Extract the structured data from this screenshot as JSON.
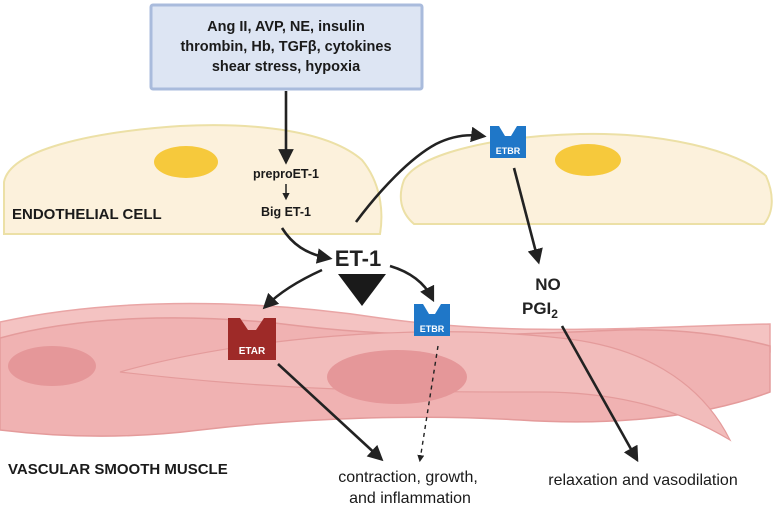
{
  "stimuli_box": {
    "lines": [
      "Ang II, AVP, NE, insulin",
      "thrombin, Hb, TGFβ, cytokines",
      "shear stress, hypoxia"
    ]
  },
  "endothelial": {
    "preproet1": "preproET-1",
    "big_et1": "Big ET-1",
    "cell_label": "ENDOTHELIAL CELL"
  },
  "et1": "ET-1",
  "receptors": {
    "etbr_endothelial": "ETBR",
    "etar": "ETAR",
    "etbr_smooth": "ETBR"
  },
  "mediators": {
    "no": "NO",
    "pgi2_base": "PGI",
    "pgi2_sub": "2"
  },
  "muscle_label": "VASCULAR SMOOTH MUSCLE",
  "outcomes": {
    "contraction_line1": "contraction, growth,",
    "contraction_line2": "and inflammation",
    "relaxation": "relaxation and vasodilation"
  },
  "colors": {
    "stim_box_fill": "#dde5f3",
    "stim_box_stroke": "#a9bbdc",
    "cell_fill": "#fcf1dc",
    "cell_stroke": "#ece0a6",
    "nucleus": "#f6c93c",
    "muscle": "#f1b3b2",
    "muscle_nucleus": "#e49395",
    "etar": "#9e2a28",
    "etbr": "#1f77c8",
    "arrow": "#222222"
  }
}
